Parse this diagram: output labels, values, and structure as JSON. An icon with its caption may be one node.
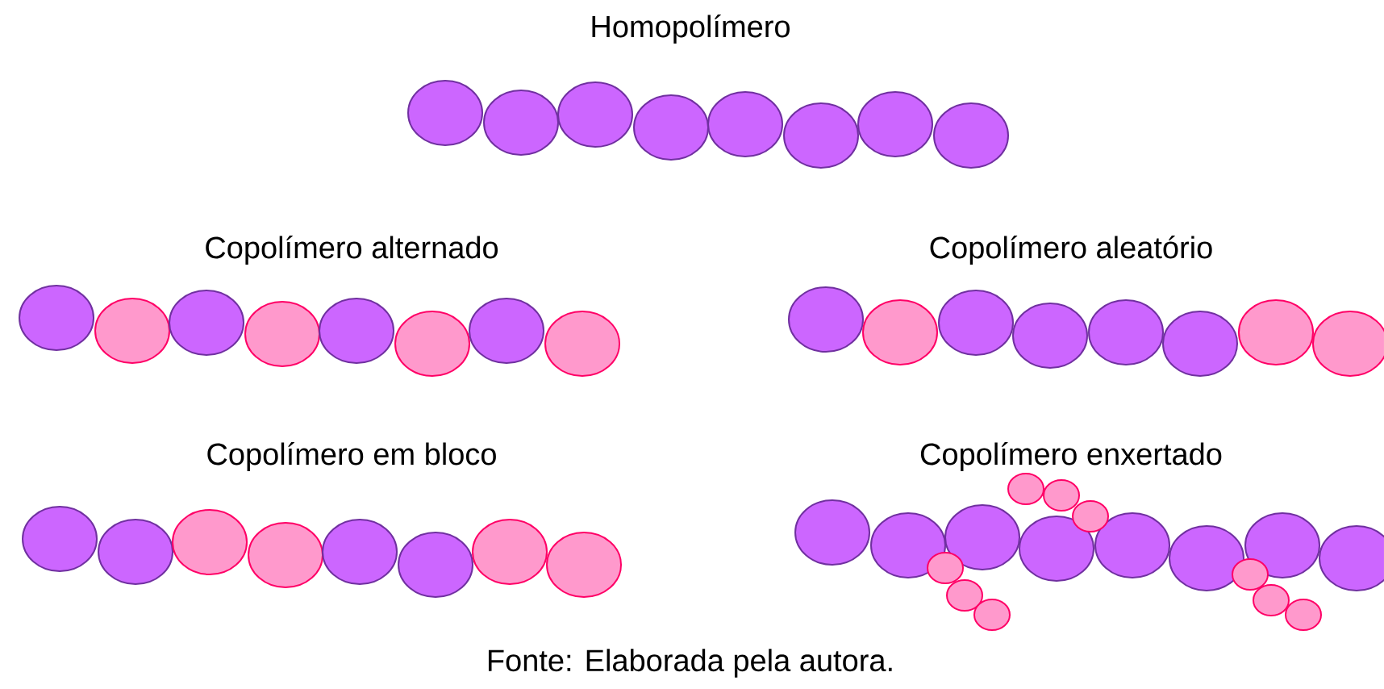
{
  "diagram": {
    "labels": [
      "Homopolímero",
      "Copolímero alternado",
      "Copolímero aleatório",
      "Copolímero em bloco",
      "Copolímero enxertado"
    ],
    "caption": "Fonte: Elaborada pela autora."
  }
}
